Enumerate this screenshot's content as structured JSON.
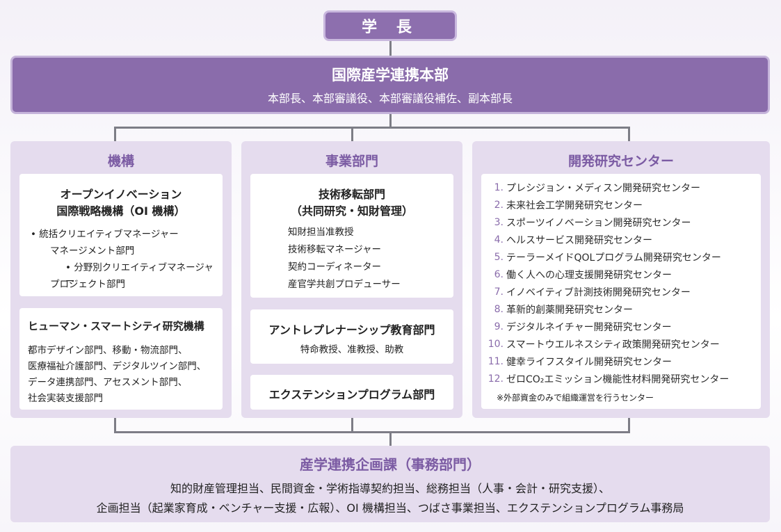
{
  "president": "学 長",
  "hq": {
    "title": "国際産学連携本部",
    "subtitle": "本部長、本部審議役、本部審議役補佐、副本部長"
  },
  "columns": {
    "kiko": {
      "title": "機構",
      "oi": {
        "title_line1": "オープンイノベーション",
        "title_line2": "国際戦略機構（OI 機構）",
        "line1": "• 統括クリエイティブマネージャー",
        "line2": "マネージメント部門",
        "line3": "• 分野別クリエイティブマネージャー",
        "line4": "プロジェクト部門"
      },
      "human": {
        "title": "ヒューマン・スマートシティ研究機構",
        "line1": "都市デザイン部門、移動・物流部門、",
        "line2": "医療福祉介護部門、デジタルツイン部門、",
        "line3": "データ連携部門、アセスメント部門、",
        "line4": "社会実装支援部門"
      }
    },
    "jigyo": {
      "title": "事業部門",
      "transfer": {
        "title_line1": "技術移転部門",
        "title_line2": "（共同研究・知財管理）",
        "items": [
          "知財担当准教授",
          "技術移転マネージャー",
          "契約コーディネーター",
          "産官学共創プロデューサー"
        ]
      },
      "entre": {
        "title": "アントレプレナーシップ教育部門",
        "sub": "特命教授、准教授、助教"
      },
      "extension": {
        "title": "エクステンションプログラム部門"
      }
    },
    "centers": {
      "title": "開発研究センター",
      "items": [
        {
          "num": "1.",
          "label": "プレシジョン・メディスン開発研究センター"
        },
        {
          "num": "2.",
          "label": "未来社会工学開発研究センター"
        },
        {
          "num": "3.",
          "label": "スポーツイノベーション開発研究センター"
        },
        {
          "num": "4.",
          "label": "ヘルスサービス開発研究センター"
        },
        {
          "num": "5.",
          "label": "テーラーメイドQOLプログラム開発研究センター"
        },
        {
          "num": "6.",
          "label": "働く人への心理支援開発研究センター"
        },
        {
          "num": "7.",
          "label": "イノベイティブ計測技術開発研究センター"
        },
        {
          "num": "8.",
          "label": "革新的創薬開発研究センター"
        },
        {
          "num": "9.",
          "label": "デジタルネイチャー開発研究センター"
        },
        {
          "num": "10.",
          "label": "スマートウエルネスシティ政策開発研究センター"
        },
        {
          "num": "11.",
          "label": "健幸ライフスタイル開発研究センター"
        },
        {
          "num": "12.",
          "label": "ゼロCO₂エミッション機能性材料開発研究センター"
        }
      ],
      "note": "※外部資金のみで組織運営を行うセンター"
    }
  },
  "office": {
    "title": "産学連携企画課（事務部門）",
    "line1": "知的財産管理担当、民間資金・学術指導契約担当、総務担当（人事・会計・研究支援）、",
    "line2": "企画担当（起業家育成・ベンチャー支援・広報）、OI 機構担当、つばさ事業担当、エクステンションプログラム事務局"
  }
}
